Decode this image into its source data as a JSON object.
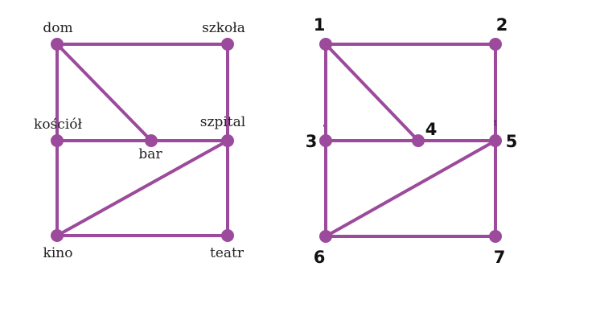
{
  "colors": {
    "edge": "#9c4a9c",
    "node": "#9c4a9c",
    "text": "#222222"
  },
  "left_graph": {
    "nodes": [
      {
        "id": "dom",
        "label": "dom"
      },
      {
        "id": "szkola",
        "label": "szkoła"
      },
      {
        "id": "kosciol",
        "label": "kościół"
      },
      {
        "id": "bar",
        "label": "bar"
      },
      {
        "id": "szpital",
        "label": "szpital"
      },
      {
        "id": "kino",
        "label": "kino"
      },
      {
        "id": "teatr",
        "label": "teatr"
      }
    ],
    "edges": [
      [
        "dom",
        "szkola"
      ],
      [
        "dom",
        "kosciol"
      ],
      [
        "dom",
        "bar"
      ],
      [
        "szkola",
        "szpital"
      ],
      [
        "kosciol",
        "bar"
      ],
      [
        "bar",
        "szpital"
      ],
      [
        "kosciol",
        "kino"
      ],
      [
        "kino",
        "szpital"
      ],
      [
        "szpital",
        "teatr"
      ],
      [
        "kino",
        "teatr"
      ]
    ]
  },
  "right_graph": {
    "nodes": [
      {
        "id": "n1",
        "label": "1"
      },
      {
        "id": "n2",
        "label": "2"
      },
      {
        "id": "n3",
        "label": "3"
      },
      {
        "id": "n4",
        "label": "4"
      },
      {
        "id": "n5",
        "label": "5"
      },
      {
        "id": "n6",
        "label": "6"
      },
      {
        "id": "n7",
        "label": "7"
      }
    ],
    "edges": [
      [
        "n1",
        "n2"
      ],
      [
        "n1",
        "n3"
      ],
      [
        "n1",
        "n4"
      ],
      [
        "n2",
        "n5"
      ],
      [
        "n3",
        "n4"
      ],
      [
        "n4",
        "n5"
      ],
      [
        "n3",
        "n6"
      ],
      [
        "n6",
        "n5"
      ],
      [
        "n5",
        "n7"
      ],
      [
        "n6",
        "n7"
      ]
    ]
  }
}
